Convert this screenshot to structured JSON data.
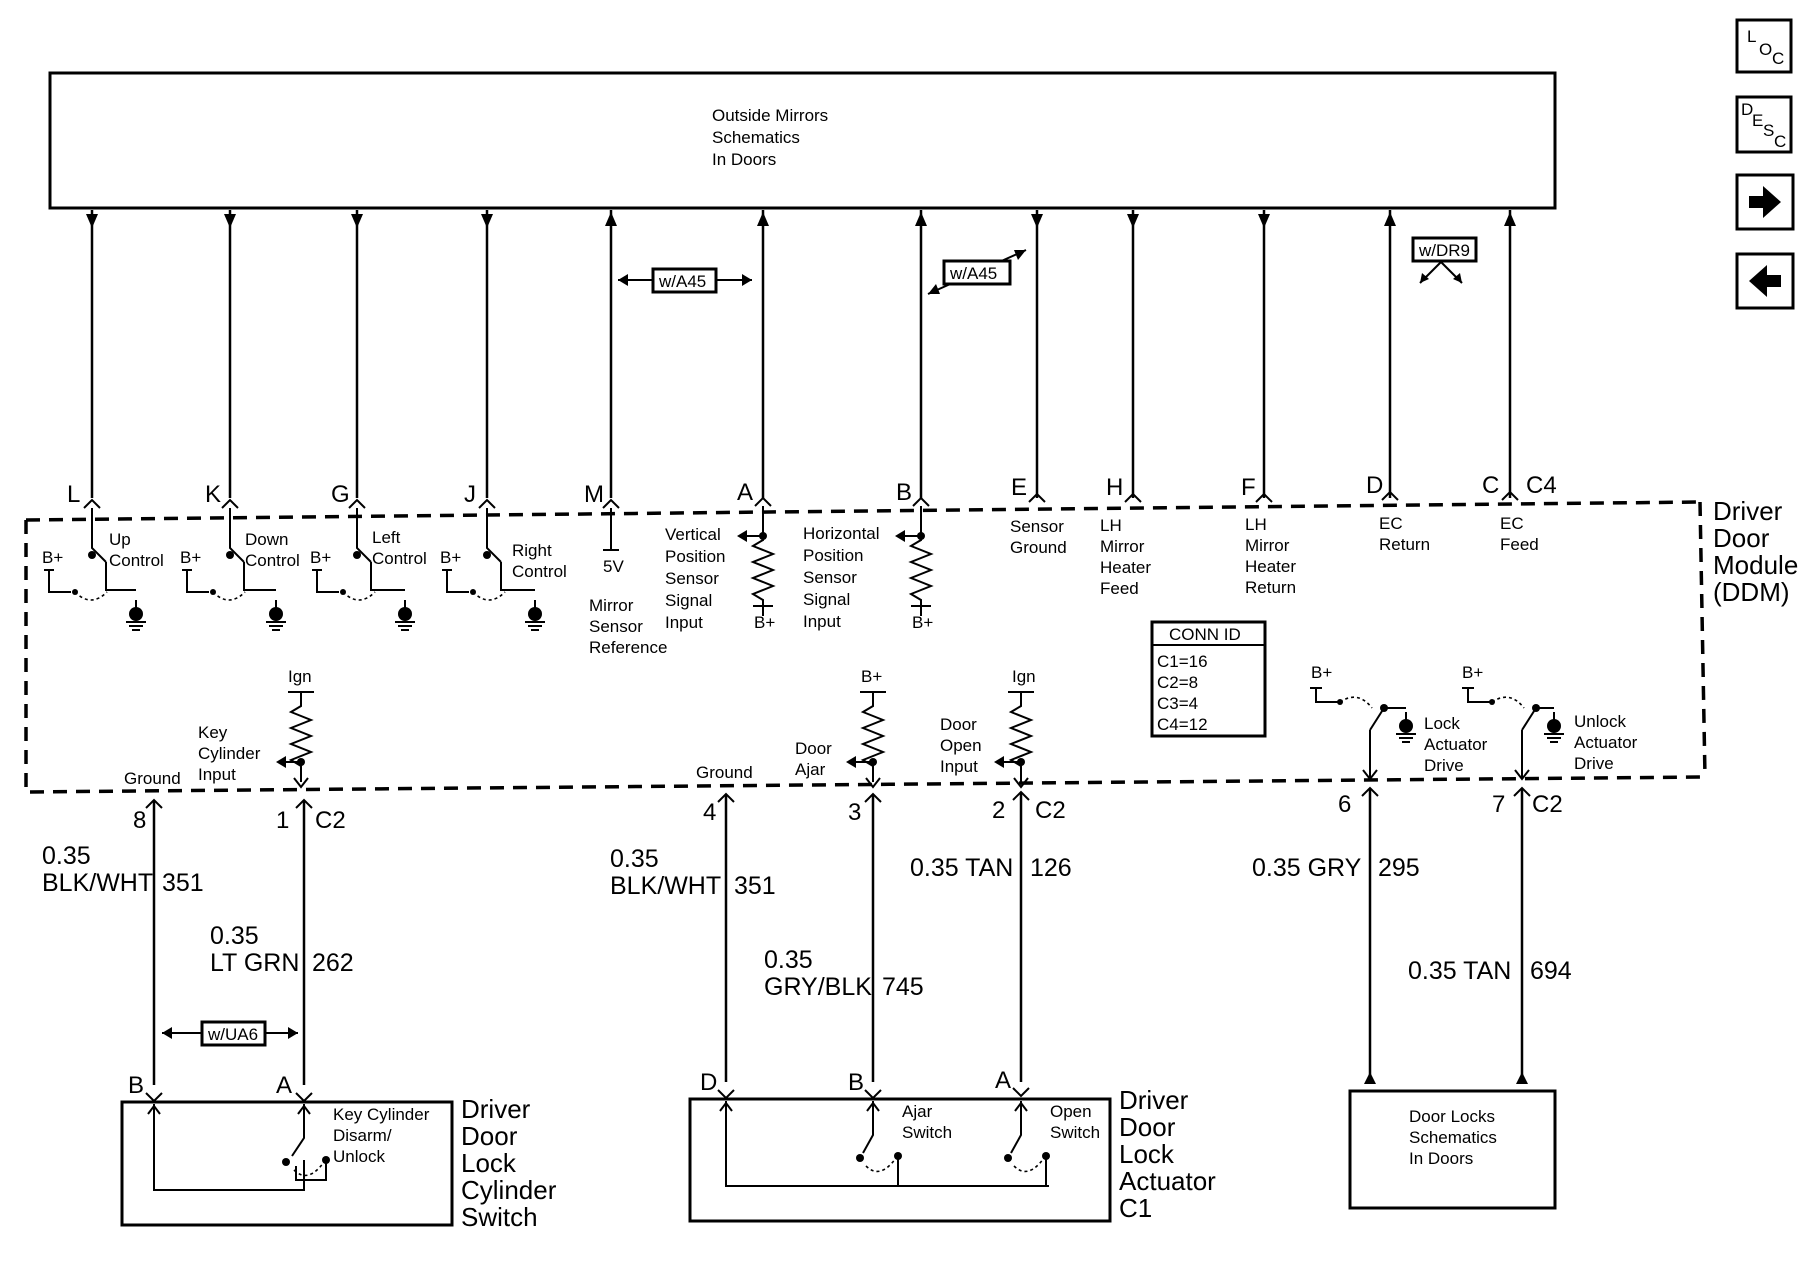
{
  "nav": {
    "loc": {
      "l1": "L",
      "l2": "O",
      "l3": "C"
    },
    "desc": {
      "l1": "D",
      "l2": "E",
      "l3": "S",
      "l4": "C"
    }
  },
  "outside_mirrors": [
    "Outside Mirrors",
    "Schematics",
    "In Doors"
  ],
  "options": {
    "a45_1": "w/A45",
    "a45_2": "w/A45",
    "dr9": "w/DR9",
    "ua6": "w/UA6"
  },
  "connector_c4": "C4",
  "top_pins": [
    {
      "letter": "L",
      "label": [
        "Up",
        "Control"
      ]
    },
    {
      "letter": "K",
      "label": [
        "Down",
        "Control"
      ]
    },
    {
      "letter": "G",
      "label": [
        "Left",
        "Control"
      ]
    },
    {
      "letter": "J",
      "label": [
        "Right",
        "Control"
      ]
    },
    {
      "letter": "M",
      "label": [
        "Mirror",
        "Sensor",
        "Reference"
      ]
    },
    {
      "letter": "A",
      "label": [
        "Vertical",
        "Position",
        "Sensor",
        "Signal",
        "Input"
      ]
    },
    {
      "letter": "B",
      "label": [
        "Horizontal",
        "Position",
        "Sensor",
        "Signal",
        "Input"
      ]
    },
    {
      "letter": "E",
      "label": [
        "Sensor",
        "Ground"
      ]
    },
    {
      "letter": "H",
      "label": [
        "LH",
        "Mirror",
        "Heater",
        "Feed"
      ]
    },
    {
      "letter": "F",
      "label": [
        "LH",
        "Mirror",
        "Heater",
        "Return"
      ]
    },
    {
      "letter": "D",
      "label": [
        "EC",
        "Return"
      ]
    },
    {
      "letter": "C",
      "label": [
        "EC",
        "Feed"
      ]
    }
  ],
  "symbols": {
    "bplus": "B+",
    "ign": "Ign",
    "five_v": "5V"
  },
  "module": [
    "Driver",
    "Door",
    "Module",
    "(DDM)"
  ],
  "conn_id": {
    "title": "CONN ID",
    "rows": [
      "C1=16",
      "C2=8",
      "C3=4",
      "C4=12"
    ]
  },
  "lower_labels": {
    "ground": "Ground",
    "key_cyl_input": [
      "Key",
      "Cylinder",
      "Input"
    ],
    "door_ajar": [
      "Door",
      "Ajar"
    ],
    "door_open_input": [
      "Door",
      "Open",
      "Input"
    ],
    "lock_drive": [
      "Lock",
      "Actuator",
      "Drive"
    ],
    "unlock_drive": [
      "Unlock",
      "Actuator",
      "Drive"
    ]
  },
  "c2_pins": [
    "8",
    "1",
    "4",
    "3",
    "2",
    "6",
    "7"
  ],
  "connector_c2": "C2",
  "wires": {
    "w351_a": [
      "0.35",
      "BLK/WHT"
    ],
    "c351_a": "351",
    "w262": [
      "0.35",
      "LT GRN"
    ],
    "c262": "262",
    "w351_b": [
      "0.35",
      "BLK/WHT"
    ],
    "c351_b": "351",
    "w745": [
      "0.35",
      "GRY/BLK"
    ],
    "c745": "745",
    "w126": "0.35 TAN",
    "c126": "126",
    "w295": "0.35 GRY",
    "c295": "295",
    "w694": "0.35 TAN",
    "c694": "694"
  },
  "bottom_pins": {
    "b1": "B",
    "a1": "A",
    "d2": "D",
    "b2": "B",
    "a2": "A"
  },
  "lock_cyl_switch": {
    "inner": [
      "Key Cylinder",
      "Disarm/",
      "Unlock"
    ],
    "title": [
      "Driver",
      "Door",
      "Lock",
      "Cylinder",
      "Switch"
    ]
  },
  "lock_actuator": {
    "ajar": [
      "Ajar",
      "Switch"
    ],
    "open": [
      "Open",
      "Switch"
    ],
    "title": [
      "Driver",
      "Door",
      "Lock",
      "Actuator",
      "C1"
    ]
  },
  "door_locks": [
    "Door Locks",
    "Schematics",
    "In Doors"
  ]
}
